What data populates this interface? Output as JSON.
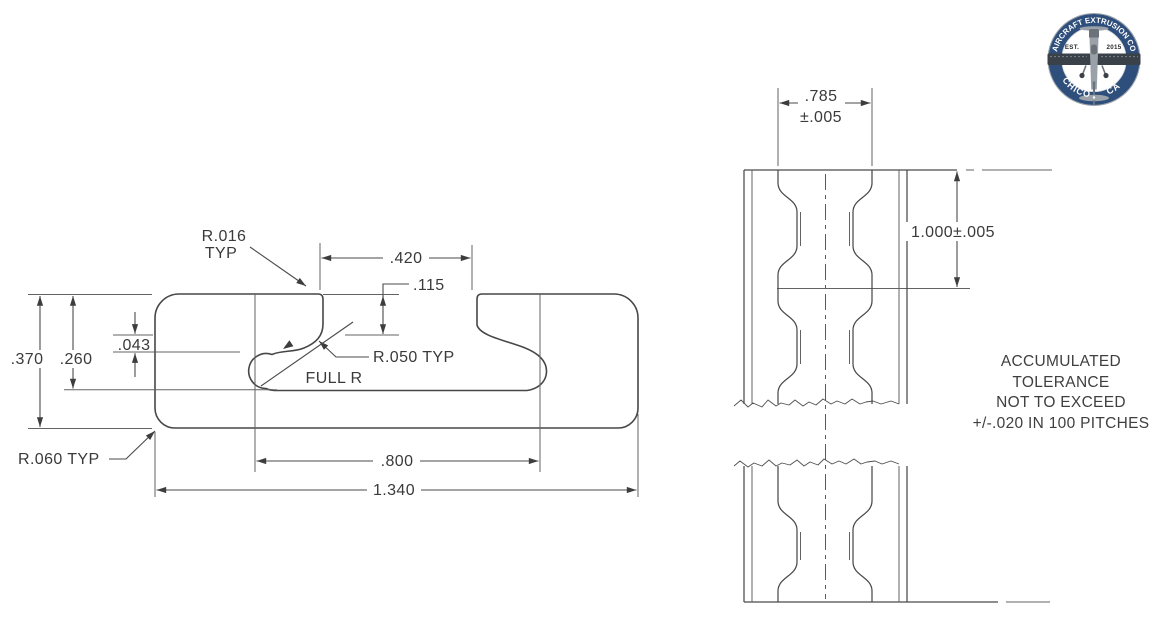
{
  "colors": {
    "line": "#474747",
    "extension_line": "#636363",
    "text": "#3a3a3a",
    "logo_navy": "#2e4e7c",
    "logo_gray": "#9aa1a9",
    "logo_dark": "#3b4149",
    "background": "#ffffff"
  },
  "left_view": {
    "dims": {
      "r016_line1": "R.016",
      "r016_line2": "TYP",
      "d420": ".420",
      "d115": ".115",
      "d043": ".043",
      "d370": ".370",
      "d260": ".260",
      "r050": "R.050 TYP",
      "full_r": "FULL R",
      "r060": "R.060 TYP",
      "d800": ".800",
      "d1340": "1.340"
    }
  },
  "right_view": {
    "dims": {
      "d785": ".785",
      "d785_tol": "±.005",
      "d1000": "1.000±.005"
    },
    "note": {
      "line1": "ACCUMULATED",
      "line2": "TOLERANCE",
      "line3": "NOT TO EXCEED",
      "line4": "+/-.020 IN 100 PITCHES"
    }
  },
  "logo": {
    "arc_top": "AIRCRAFT EXTRUSION CO",
    "est": "EST.",
    "year": "2015",
    "chico": "CHICO",
    "ca": "CA"
  }
}
